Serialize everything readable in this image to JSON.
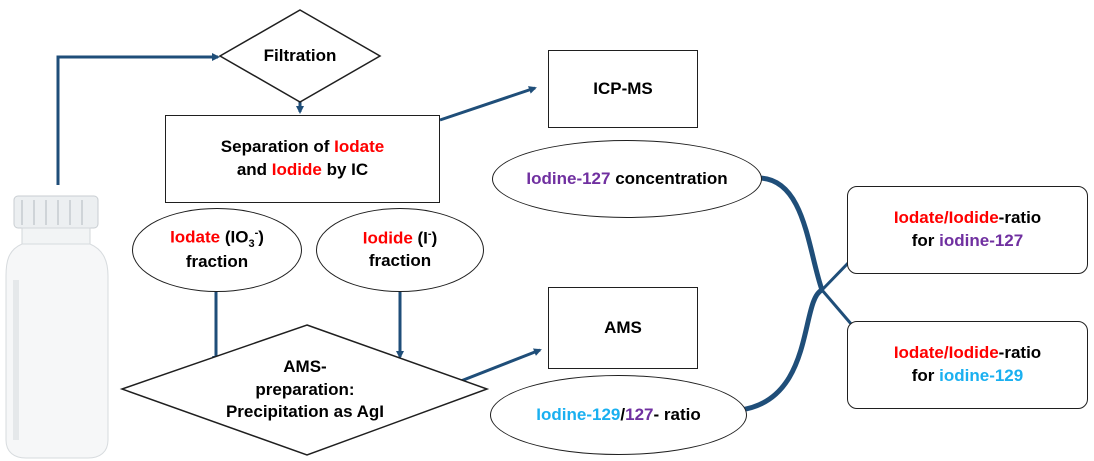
{
  "filtration": {
    "label": "Filtration"
  },
  "separation": {
    "line1_pre": "Separation of ",
    "iodate": "Iodate",
    "line2_pre": "and ",
    "iodide": "Iodide",
    "line2_post": " by IC"
  },
  "iodate_fraction": {
    "name": "Iodate",
    "formula_pre": " (IO",
    "formula_sub": "3",
    "formula_sup": "-",
    "formula_post": ")",
    "line2": "fraction"
  },
  "iodide_fraction": {
    "name": "Iodide",
    "formula_pre": " (I",
    "formula_sup": "-",
    "formula_post": ")",
    "line2": "fraction"
  },
  "ams_prep": {
    "line1": "AMS-",
    "line2": "preparation:",
    "line3": "Precipitation as AgI"
  },
  "icpms": {
    "label": "ICP-MS"
  },
  "iodine127": {
    "isotope": "Iodine-127",
    "post": " concentration"
  },
  "ams": {
    "label": "AMS"
  },
  "ratio_ellipse": {
    "i129": "Iodine-129",
    "slash": "/",
    "i127": "127",
    "post": "- ratio"
  },
  "result127": {
    "iodate": "Iodate",
    "slash": "/",
    "iodide": "Iodide",
    "ratio": "-ratio",
    "for": "for ",
    "isotope": "iodine-127"
  },
  "result129": {
    "iodate": "Iodate",
    "slash": "/",
    "iodide": "Iodide",
    "ratio": "-ratio",
    "for": "for ",
    "isotope": "iodine-129"
  },
  "colors": {
    "arrow": "#1f4e79",
    "iodate": "#ff0000",
    "iodide": "#ff0000",
    "iodine127": "#7030a0",
    "iodine129": "#1ab0f0"
  }
}
